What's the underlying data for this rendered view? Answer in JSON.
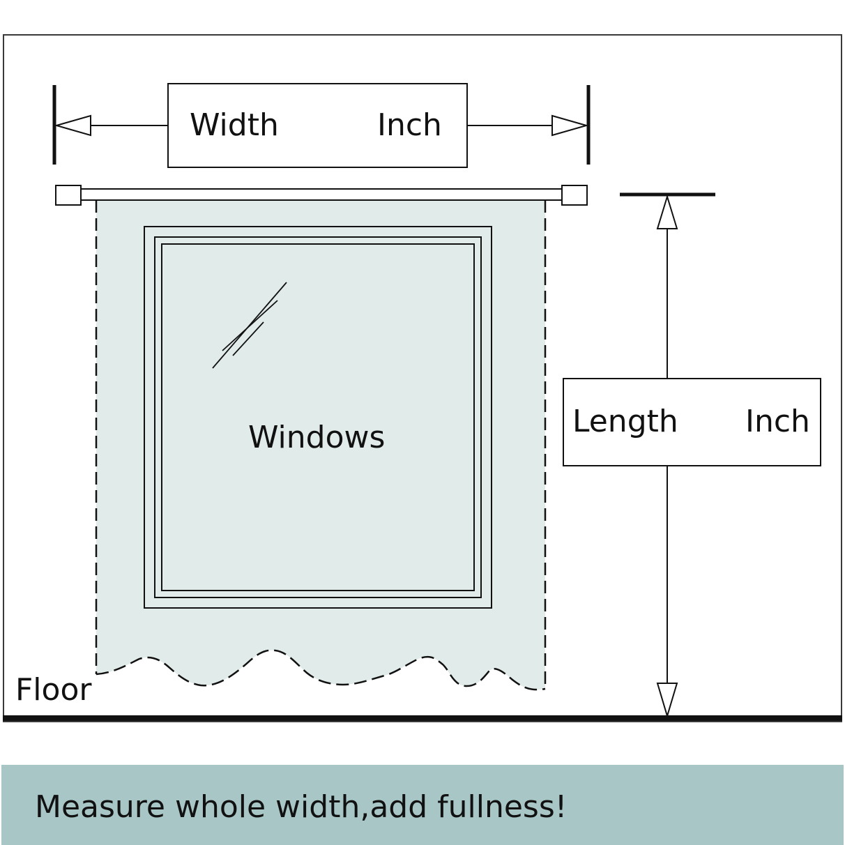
{
  "width_box": {
    "label": "Width",
    "unit": "Inch"
  },
  "length_box": {
    "label": "Length",
    "unit": "Inch"
  },
  "window_label": "Windows",
  "floor_label": "Floor",
  "banner": {
    "text": "Measure whole width,add fullness!"
  },
  "colors": {
    "curtain_fill": "#e0ebea",
    "banner_bg": "#a8c6c6",
    "line": "#111111"
  }
}
